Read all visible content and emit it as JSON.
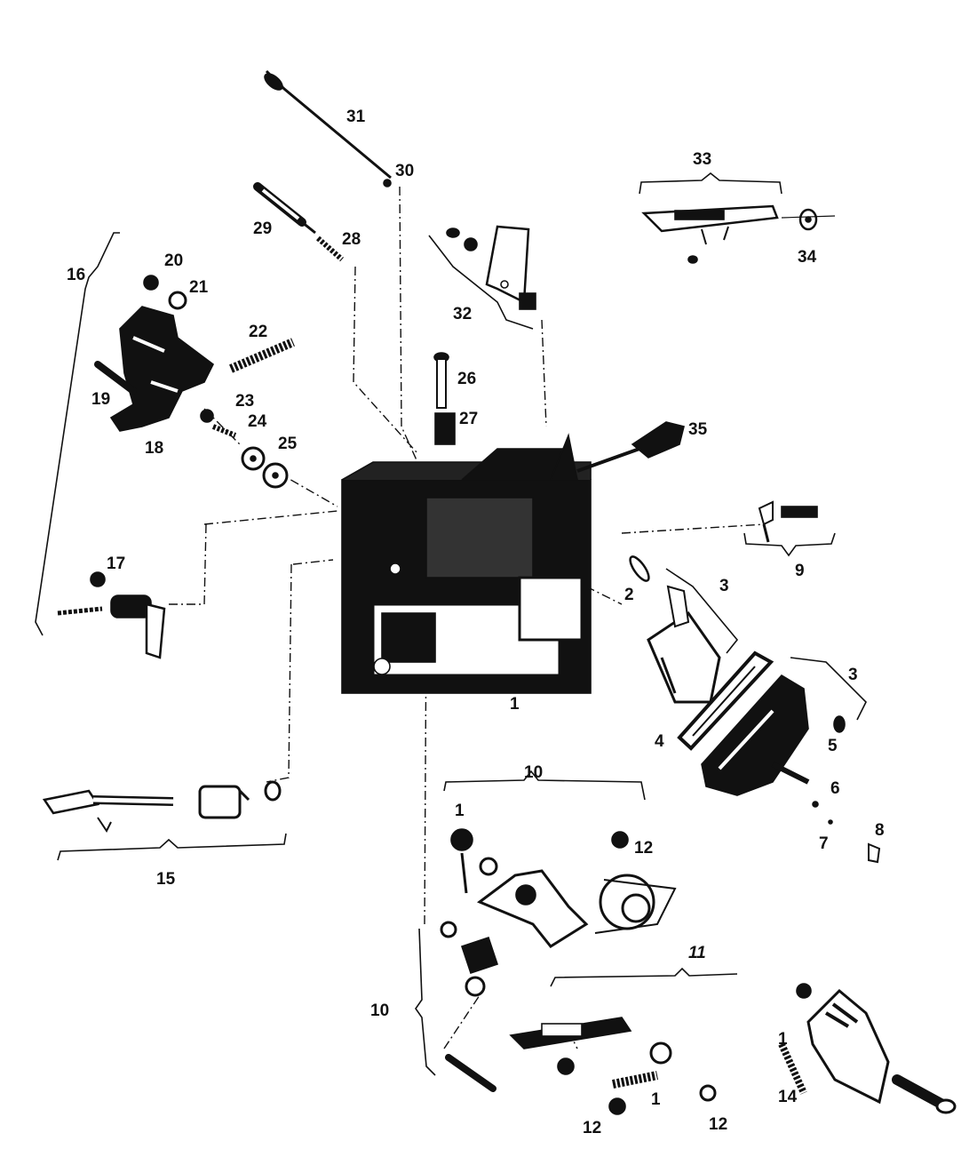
{
  "labels": {
    "l1": "1",
    "l2": "2",
    "l3a": "3",
    "l3b": "3",
    "l4": "4",
    "l5": "5",
    "l6": "6",
    "l7": "7",
    "l8": "8",
    "l9": "9",
    "l10a": "10",
    "l10b": "10",
    "l11": "11",
    "l12a": "12",
    "l12b": "12",
    "l12c": "12",
    "l14": "14",
    "l15": "15",
    "l16": "16",
    "l17": "17",
    "l18": "18",
    "l19": "19",
    "l20": "20",
    "l21": "21",
    "l22": "22",
    "l23": "23",
    "l24": "24",
    "l25": "25",
    "l26": "26",
    "l27": "27",
    "l28": "28",
    "l29": "29",
    "l30": "30",
    "l31": "31",
    "l32": "32",
    "l33": "33",
    "l34": "34",
    "l35": "35",
    "l1a": "1",
    "l1b": "1",
    "l1c": "1"
  },
  "colors": {
    "ink": "#111111",
    "paper": "#ffffff"
  }
}
